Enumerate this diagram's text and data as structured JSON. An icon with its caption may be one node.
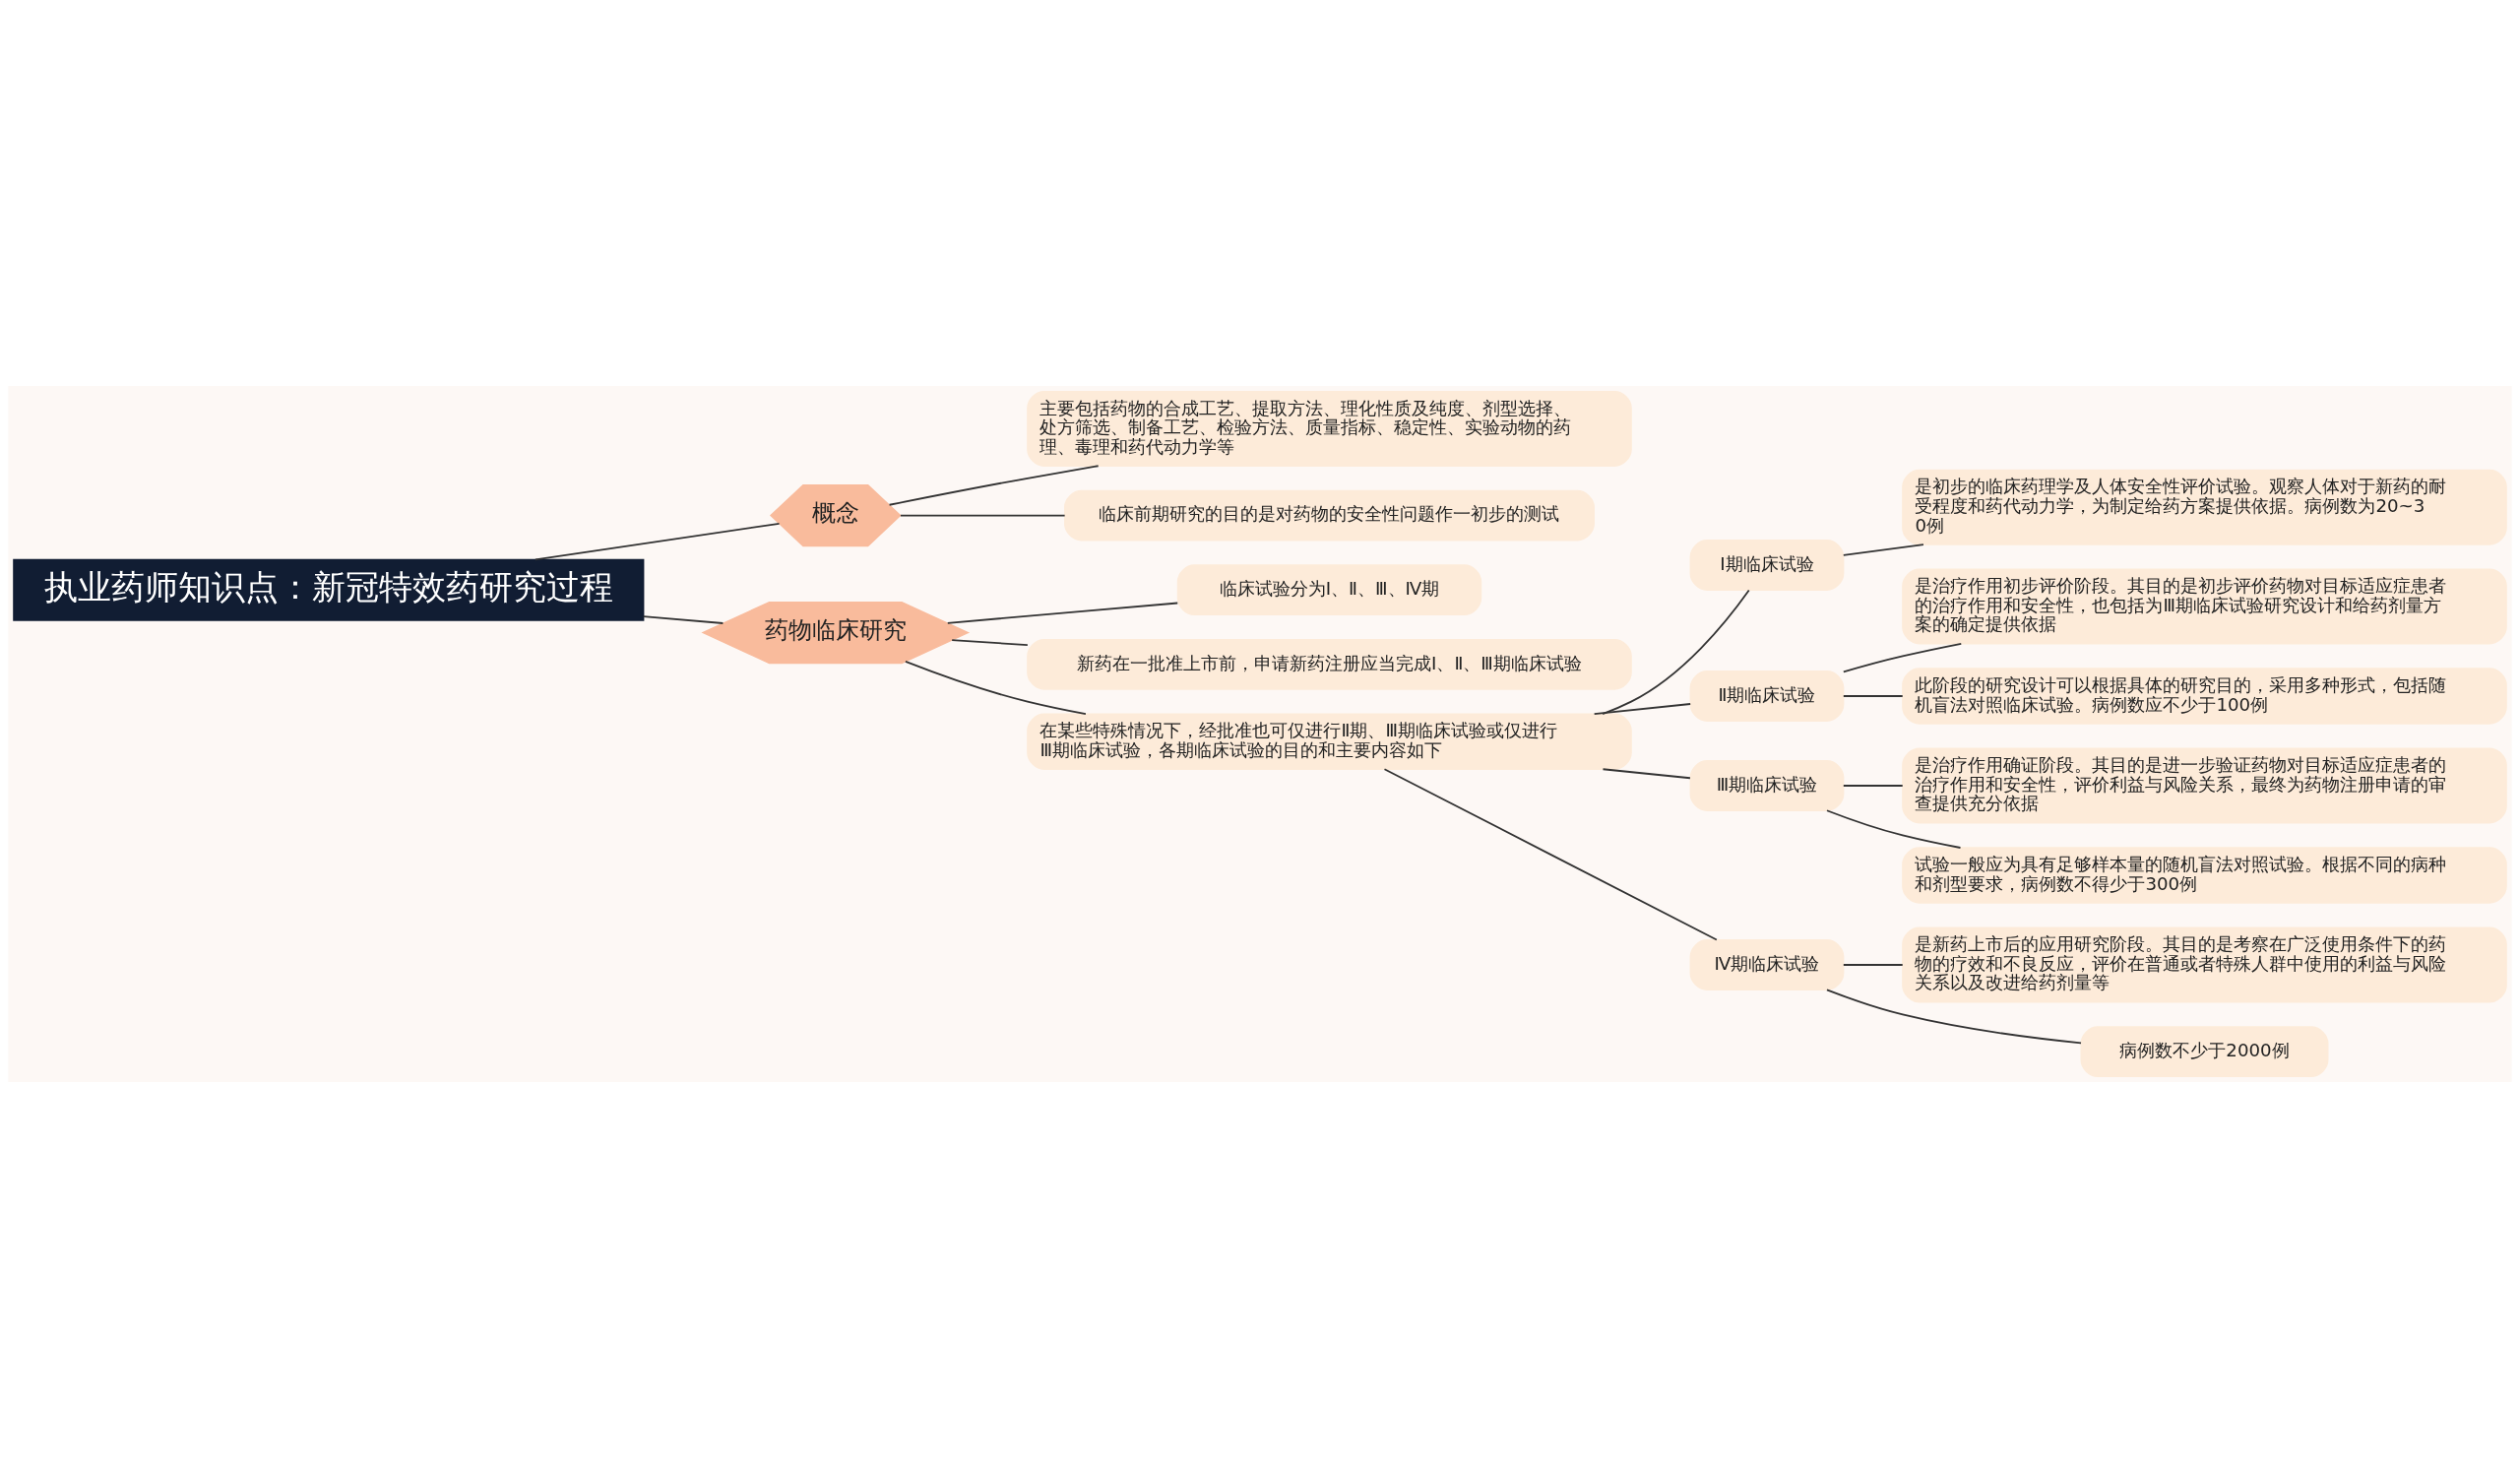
{
  "diagram": {
    "nodes": [
      {
        "text": [
          "执业药师知识点：新冠特效药研究过程"
        ]
      },
      {
        "text": [
          "概念"
        ]
      },
      {
        "text": [
          "主要包括药物的合成工艺、提取方法、理化性质及纯度、剂型选择、处方筛选、制备工艺、检验方法、质量指标、稳定性、实验动物的药理、毒理和药代动力学等"
        ]
      },
      {
        "text": [
          "临床前期研究的目的是对药物的安全性问题作一初步的测试"
        ]
      },
      {
        "text": [
          "药物临床研究"
        ]
      },
      {
        "text": [
          "临床试验分为I、Ⅱ、Ⅲ、Ⅳ期"
        ]
      },
      {
        "text": [
          "新药在一批准上市前，申请新药注册应当完成Ⅰ、Ⅱ、Ⅲ期临床试验"
        ]
      },
      {
        "text": [
          "在某些特殊情况下，经批准也可仅进行Ⅱ期、Ⅲ期临床试验或仅进行Ⅲ期临床试验，各期临床试验的目的和主要内容如下"
        ]
      },
      {
        "text": [
          "I期临床试验"
        ]
      },
      {
        "text": [
          "是初步的临床药理学及人体安全性评价试验。观察人体对于新药的耐受程度和药代动力学，为制定给药方案提供依据。病例数为20~30例"
        ]
      },
      {
        "text": [
          "Ⅱ期临床试验"
        ]
      },
      {
        "text": [
          "是治疗作用初步评价阶段。其目的是初步评价药物对目标适应症患者的治疗作用和安全性，也包括为Ⅲ期临床试验研究设计和给药剂量方案的确定提供依据"
        ]
      },
      {
        "text": [
          "此阶段的研究设计可以根据具体的研究目的，采用多种形式，包括随机盲法对照临床试验。病例数应不少于100例"
        ]
      },
      {
        "text": [
          "Ⅲ期临床试验"
        ]
      },
      {
        "text": [
          "是治疗作用确证阶段。其目的是进一步验证药物对目标适应症患者的治疗作用和安全性，评价利益与风险关系，最终为药物注册申请的审查提供充分依据"
        ]
      },
      {
        "text": [
          "试验一般应为具有足够样本量的随机盲法对照试验。根据不同的病种和剂型要求，病例数不得少于300例"
        ]
      },
      {
        "text": [
          "Ⅳ期临床试验"
        ]
      },
      {
        "text": [
          "是新药上市后的应用研究阶段。其目的是考察在广泛使用条件下的药物的疗效和不良反应，评价在普通或者特殊人群中使用的利益与风险关系以及改进给药剂量等"
        ]
      },
      {
        "text": [
          "病例数不少于2000例"
        ]
      }
    ],
    "edges": [
      {
        "from": 0,
        "to": 1,
        "arrow": "none"
      },
      {
        "from": 1,
        "to": 2,
        "arrow": "none"
      },
      {
        "from": 1,
        "to": 3,
        "arrow": "none"
      },
      {
        "from": 0,
        "to": 4,
        "arrow": "none"
      },
      {
        "from": 4,
        "to": 5,
        "arrow": "none"
      },
      {
        "from": 4,
        "to": 6,
        "arrow": "none"
      },
      {
        "from": 4,
        "to": 7,
        "arrow": "none"
      },
      {
        "from": 7,
        "to": 8,
        "arrow": "none"
      },
      {
        "from": 8,
        "to": 9,
        "arrow": "none"
      },
      {
        "from": 7,
        "to": 10,
        "arrow": "none"
      },
      {
        "from": 10,
        "to": 11,
        "arrow": "none"
      },
      {
        "from": 10,
        "to": 12,
        "arrow": "none"
      },
      {
        "from": 7,
        "to": 13,
        "arrow": "none"
      },
      {
        "from": 13,
        "to": 14,
        "arrow": "none"
      },
      {
        "from": 13,
        "to": 15,
        "arrow": "none"
      },
      {
        "from": 7,
        "to": 16,
        "arrow": "none"
      },
      {
        "from": 16,
        "to": 17,
        "arrow": "none"
      },
      {
        "from": 16,
        "to": 18,
        "arrow": "none"
      }
    ]
  }
}
